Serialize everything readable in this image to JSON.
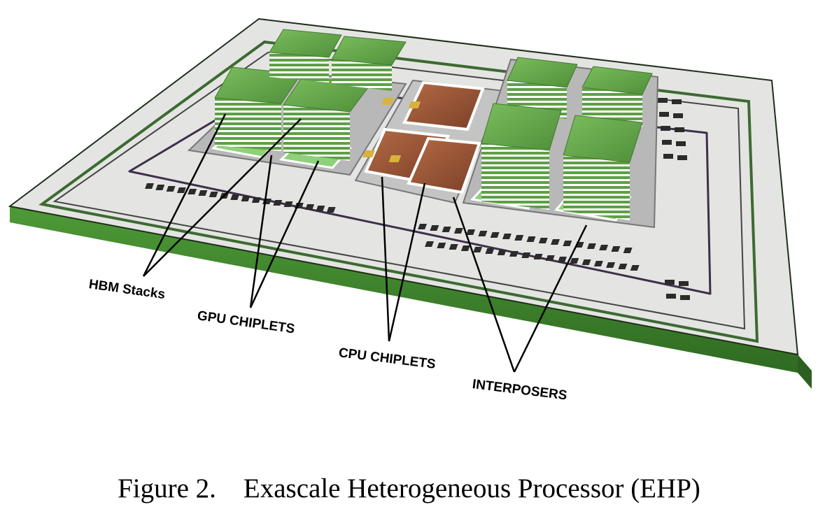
{
  "figure": {
    "caption": "Figure 2.    Exascale Heterogeneous Processor (EHP)",
    "callouts": {
      "hbm": "HBM Stacks",
      "gpu": "GPU CHIPLETS",
      "cpu": "CPU CHIPLETS",
      "interposers": "INTERPOSERS"
    }
  },
  "colors": {
    "substrate_top": "#e8e9e6",
    "substrate_edge": "#3f7f2c",
    "hbm_green": "#6fae55",
    "cpu_brown": "#9a5a3c",
    "interposer_gray": "#bdbdbd",
    "leader_line": "#000000"
  }
}
